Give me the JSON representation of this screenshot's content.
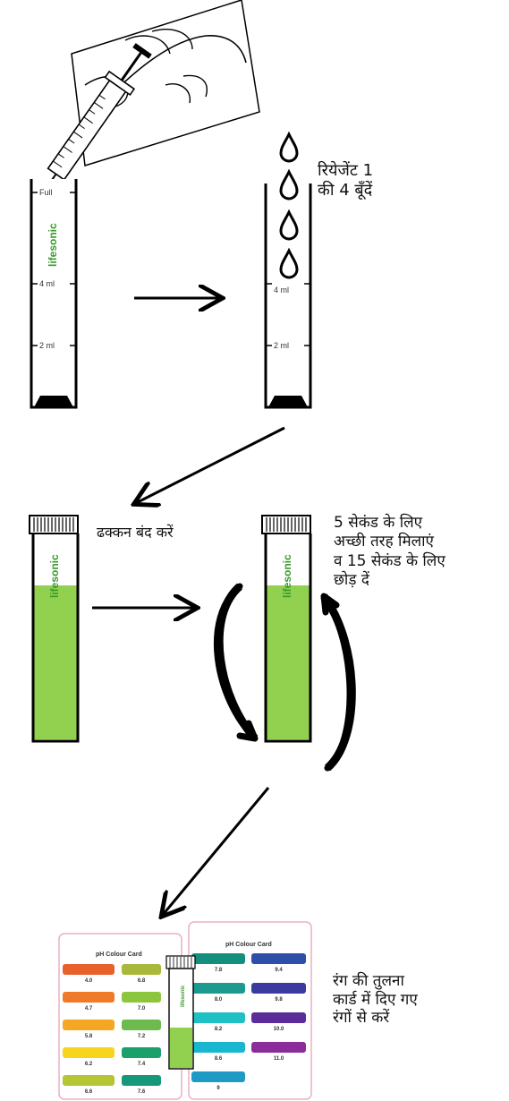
{
  "tube_marks": {
    "full": "Full",
    "four_ml": "4 ml",
    "two_ml": "2 ml"
  },
  "brand": "lifesonic",
  "steps": {
    "reagent_label": [
      "रियेजेंट 1",
      "की 4 बूँदें"
    ],
    "close_lid_label": "ढक्कन  बंद करें",
    "mix_label": [
      "5 सेकंड के लिए",
      "अच्छी तरह मिलाएं",
      "व 15 सेकंड के लिए",
      "छोड़ दें"
    ],
    "compare_label": [
      "रंग की तुलना",
      "कार्ड में दिए गए",
      "रंगों से करें"
    ]
  },
  "colour_card": {
    "title": "pH Colour Card",
    "left_swatches": [
      {
        "value": "4.0",
        "color": "#e8612c"
      },
      {
        "value": "6.8",
        "color": "#a8b83a"
      },
      {
        "value": "4.7",
        "color": "#ef7a2a"
      },
      {
        "value": "7.0",
        "color": "#8cc63f"
      },
      {
        "value": "5.8",
        "color": "#f5a623"
      },
      {
        "value": "7.2",
        "color": "#6dbb4e"
      },
      {
        "value": "6.2",
        "color": "#f7d51d"
      },
      {
        "value": "7.4",
        "color": "#1aa06a"
      },
      {
        "value": "6.6",
        "color": "#b5c634"
      },
      {
        "value": "7.6",
        "color": "#16987a"
      }
    ],
    "right_swatches": [
      {
        "value": "7.8",
        "color": "#148f7e"
      },
      {
        "value": "9.4",
        "color": "#2e4fa8"
      },
      {
        "value": "8.0",
        "color": "#1d9a8f"
      },
      {
        "value": "9.8",
        "color": "#3b3aa0"
      },
      {
        "value": "8.2",
        "color": "#1fc0c4"
      },
      {
        "value": "10.0",
        "color": "#5a2d9a"
      },
      {
        "value": "8.6",
        "color": "#18b6cf"
      },
      {
        "value": "11.0",
        "color": "#8a2c9a"
      },
      {
        "value": "9",
        "color": "#1e9ac4"
      }
    ]
  },
  "colors": {
    "liquid": "#92d050",
    "arrow": "#000000",
    "card_border": "#e8b0c0"
  }
}
